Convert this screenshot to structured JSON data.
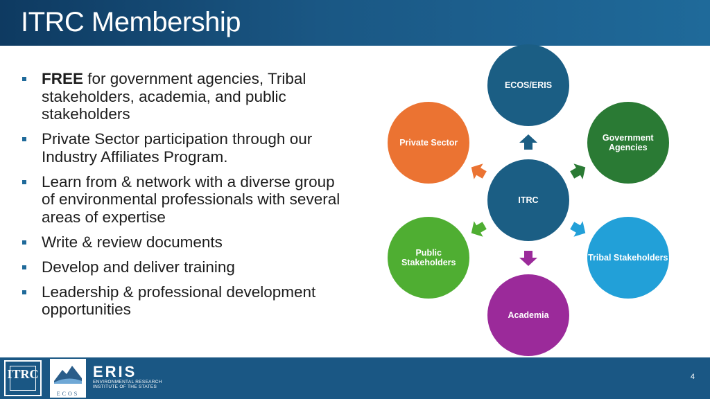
{
  "header": {
    "title": "ITRC Membership"
  },
  "bullets": [
    {
      "bold": "FREE",
      "text": " for government agencies, Tribal stakeholders, academia, and public stakeholders"
    },
    {
      "bold": "",
      "text": "Private Sector participation through our Industry Affiliates Program."
    },
    {
      "bold": "",
      "text": "Learn from & network with a diverse group of environmental professionals with several areas of expertise"
    },
    {
      "bold": "",
      "text": "Write & review documents"
    },
    {
      "bold": "",
      "text": "Develop and deliver training"
    },
    {
      "bold": "",
      "text": "Leadership & professional development opportunities"
    }
  ],
  "diagram": {
    "center": {
      "label": "ITRC",
      "color": "#1b5e84"
    },
    "nodes": [
      {
        "label": "ECOS/ERIS",
        "color": "#1b5e84"
      },
      {
        "label": "Government Agencies",
        "color": "#2a7a34"
      },
      {
        "label": "Tribal Stakeholders",
        "color": "#22a0d8"
      },
      {
        "label": "Academia",
        "color": "#9b2a9a"
      },
      {
        "label": "Public Stakeholders",
        "color": "#4fae32"
      },
      {
        "label": "Private Sector",
        "color": "#eb7332"
      }
    ]
  },
  "footer": {
    "logo_itrc_text": "ITRC",
    "logo_ecos_text": "ECOS",
    "logo_eris_big": "ERIS",
    "logo_eris_small_1": "ENVIRONMENTAL RESEARCH",
    "logo_eris_small_2": "INSTITUTE OF THE STATES",
    "page_number": "4"
  }
}
